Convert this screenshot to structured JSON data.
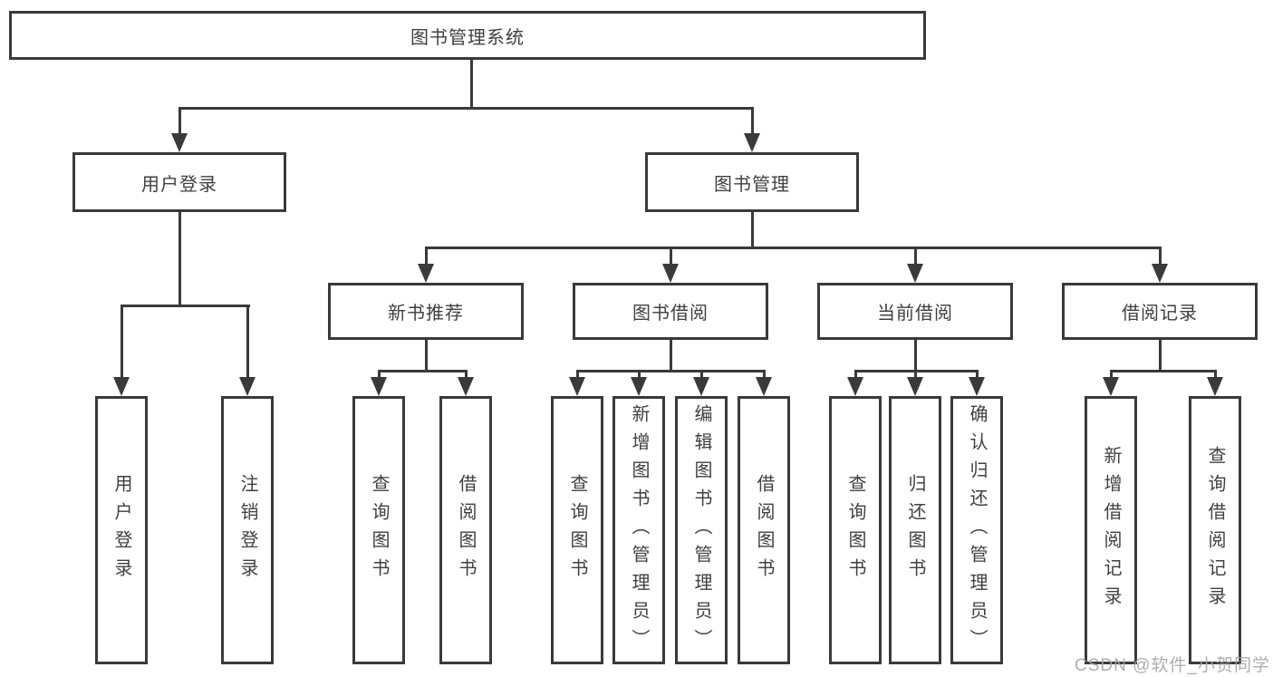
{
  "diagram_title": "图书管理系统",
  "nodes": {
    "root": "图书管理系统",
    "login": "用户登录",
    "mgmt": "图书管理",
    "newbook": "新书推荐",
    "borrow": "图书借阅",
    "current": "当前借阅",
    "record": "借阅记录",
    "login_1": "用户登录",
    "login_2": "注销登录",
    "newbook_1": "查询图书",
    "newbook_2": "借阅图书",
    "borrow_1": "查询图书",
    "borrow_2": "新增图书（管理员）",
    "borrow_3": "编辑图书（管理员）",
    "borrow_4": "借阅图书",
    "current_1": "查询图书",
    "current_2": "归还图书",
    "current_3": "确认归还（管理员）",
    "record_1": "新增借阅记录",
    "record_2": "查询借阅记录"
  },
  "edges": [
    [
      "root",
      "login"
    ],
    [
      "root",
      "mgmt"
    ],
    [
      "login",
      "login_1"
    ],
    [
      "login",
      "login_2"
    ],
    [
      "mgmt",
      "newbook"
    ],
    [
      "mgmt",
      "borrow"
    ],
    [
      "mgmt",
      "current"
    ],
    [
      "mgmt",
      "record"
    ],
    [
      "newbook",
      "newbook_1"
    ],
    [
      "newbook",
      "newbook_2"
    ],
    [
      "borrow",
      "borrow_1"
    ],
    [
      "borrow",
      "borrow_2"
    ],
    [
      "borrow",
      "borrow_3"
    ],
    [
      "borrow",
      "borrow_4"
    ],
    [
      "current",
      "current_1"
    ],
    [
      "current",
      "current_2"
    ],
    [
      "current",
      "current_3"
    ],
    [
      "record",
      "record_1"
    ],
    [
      "record",
      "record_2"
    ]
  ],
  "watermark": "CSDN @软件_小贺同学",
  "colors": {
    "line": "#3a3a3a",
    "box_border": "#3a3a3a",
    "text": "#404040",
    "background": "#ffffff",
    "watermark": "#a6a6a6"
  }
}
